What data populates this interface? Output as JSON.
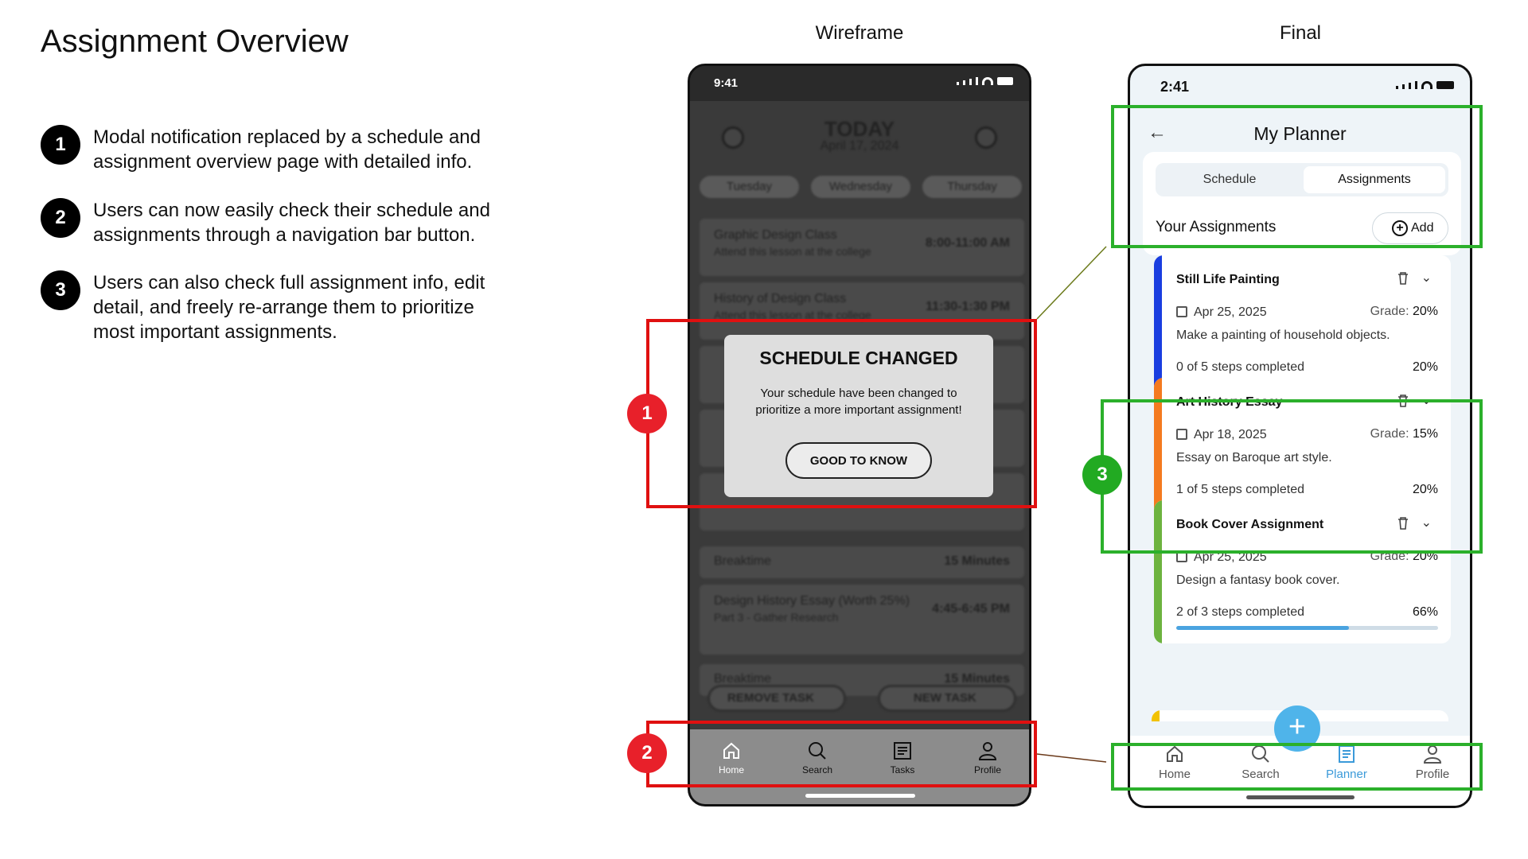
{
  "page": {
    "title": "Assignment Overview",
    "col_wireframe": "Wireframe",
    "col_final": "Final"
  },
  "notes": [
    {
      "num": "1",
      "text": "Modal notification replaced by a schedule and assignment overview page with detailed info."
    },
    {
      "num": "2",
      "text": "Users can now easily check their schedule and assignments through a navigation bar button."
    },
    {
      "num": "3",
      "text": "Users can also check full assignment info, edit detail, and freely re-arrange them to prioritize most important assignments."
    }
  ],
  "wireframe": {
    "status_time": "9:41",
    "today": "TODAY",
    "date": "April 17, 2024",
    "days": [
      "Tuesday",
      "Wednesday",
      "Thursday"
    ],
    "rows": [
      {
        "title": "Graphic Design Class",
        "sub": "Attend this lesson at the college",
        "time": "8:00-11:00 AM"
      },
      {
        "title": "History of Design Class",
        "sub": "Attend this lesson at the college",
        "time": "11:30-1:30 PM"
      },
      {
        "title": "Breaktime",
        "sub": "",
        "time": "15 Minutes"
      },
      {
        "title": "Design History Essay (Worth 25%)",
        "sub": "Part 3 - Gather Research",
        "time": "4:45-6:45 PM"
      },
      {
        "title": "Breaktime",
        "sub": "",
        "time": "15 Minutes"
      }
    ],
    "remove_task": "REMOVE TASK",
    "new_task": "NEW TASK",
    "modal": {
      "title": "SCHEDULE CHANGED",
      "body": "Your schedule have been changed to prioritize a more important assignment!",
      "button": "GOOD TO KNOW"
    },
    "nav": [
      "Home",
      "Search",
      "Tasks",
      "Profile"
    ]
  },
  "final": {
    "status_time": "2:41",
    "title": "My Planner",
    "tabs": [
      "Schedule",
      "Assignments"
    ],
    "section": "Your Assignments",
    "add_label": "Add",
    "assignments": [
      {
        "title": "Still Life Painting",
        "date": "Apr 25, 2025",
        "grade_label": "Grade:",
        "grade": "20%",
        "desc": "Make a painting of household objects.",
        "steps": "0 of 5 steps completed",
        "pct": "20%",
        "progress": 0.0,
        "color": "#1a3ee0"
      },
      {
        "title": "Art History Essay",
        "date": "Apr 18, 2025",
        "grade_label": "Grade:",
        "grade": "15%",
        "desc": "Essay on Baroque art style.",
        "steps": "1 of 5 steps completed",
        "pct": "20%",
        "progress": 0.2,
        "color": "#f47a1f"
      },
      {
        "title": "Book Cover Assignment",
        "date": "Apr 25, 2025",
        "grade_label": "Grade:",
        "grade": "20%",
        "desc": "Design a fantasy book cover.",
        "steps": "2 of 3 steps completed",
        "pct": "66%",
        "progress": 0.66,
        "color": "#6db33f"
      }
    ],
    "fab": "+",
    "nav": [
      "Home",
      "Search",
      "Planner",
      "Profile"
    ]
  },
  "callouts": [
    "1",
    "2",
    "3"
  ]
}
